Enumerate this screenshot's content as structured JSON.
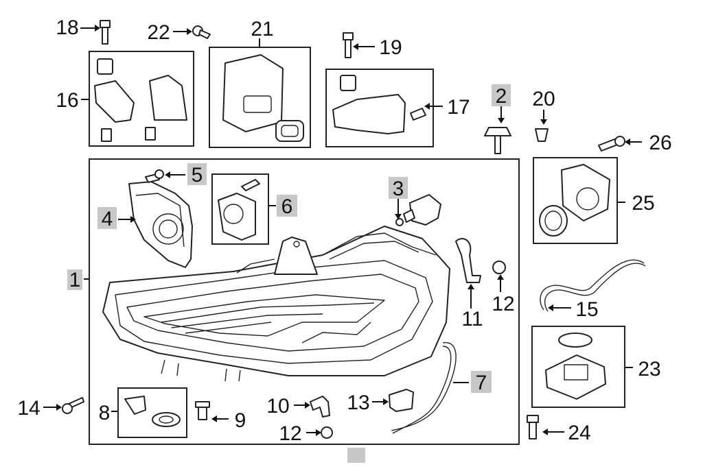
{
  "colors": {
    "line": "#222222",
    "highlight": "#c8c8c8",
    "background": "#ffffff"
  },
  "callouts": [
    {
      "id": "1",
      "label": "1",
      "highlighted": true
    },
    {
      "id": "2",
      "label": "2",
      "highlighted": true
    },
    {
      "id": "3",
      "label": "3",
      "highlighted": true
    },
    {
      "id": "4",
      "label": "4",
      "highlighted": true
    },
    {
      "id": "5",
      "label": "5",
      "highlighted": true
    },
    {
      "id": "6",
      "label": "6",
      "highlighted": true
    },
    {
      "id": "7",
      "label": "7",
      "highlighted": true
    },
    {
      "id": "8",
      "label": "8",
      "highlighted": false
    },
    {
      "id": "9",
      "label": "9",
      "highlighted": false
    },
    {
      "id": "10",
      "label": "10",
      "highlighted": false
    },
    {
      "id": "11",
      "label": "11",
      "highlighted": false
    },
    {
      "id": "12a",
      "label": "12",
      "highlighted": false
    },
    {
      "id": "12b",
      "label": "12",
      "highlighted": false
    },
    {
      "id": "13",
      "label": "13",
      "highlighted": false
    },
    {
      "id": "14",
      "label": "14",
      "highlighted": false
    },
    {
      "id": "15",
      "label": "15",
      "highlighted": false
    },
    {
      "id": "16",
      "label": "16",
      "highlighted": false
    },
    {
      "id": "17",
      "label": "17",
      "highlighted": false
    },
    {
      "id": "18",
      "label": "18",
      "highlighted": false
    },
    {
      "id": "19",
      "label": "19",
      "highlighted": false
    },
    {
      "id": "20",
      "label": "20",
      "highlighted": false
    },
    {
      "id": "21",
      "label": "21",
      "highlighted": false
    },
    {
      "id": "22",
      "label": "22",
      "highlighted": false
    },
    {
      "id": "23",
      "label": "23",
      "highlighted": false
    },
    {
      "id": "24",
      "label": "24",
      "highlighted": false
    },
    {
      "id": "25",
      "label": "25",
      "highlighted": false
    },
    {
      "id": "26",
      "label": "26",
      "highlighted": false
    }
  ]
}
